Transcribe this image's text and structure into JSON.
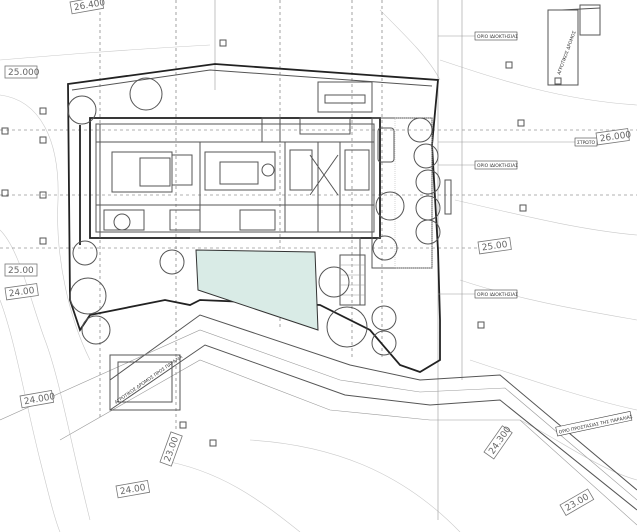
{
  "drawing": {
    "boundary_labels": [
      "ΟΡΙΟ ΙΔΙΟΚΤΗΣΙΑΣ",
      "ΟΡΙΟ ΙΔΙΟΚΤΗΣΙΑΣ",
      "ΟΡΙΟ ΙΔΙΟΚΤΗΣΙΑΣ",
      "ΟΡΙΟ ΠΡΟΣΤΑΣΙΑΣ ΤΗΣ ΠΑΡΑΛΙΑΣ"
    ],
    "level_marks": [
      "26.400",
      "25.000",
      "26.000",
      "25.00",
      "25.00",
      "24.00",
      "24.000",
      "23.00",
      "24.300",
      "24.00",
      "23.00"
    ],
    "small_tag": "ΣΤΡΩΤΟ",
    "rotated_note_top": "ΑΓΡΟΤΙΚΟΣ ΔΡΟΜΟΣ",
    "rotated_note_bottom": "ΑΓΡΟΤΙΚΟΣ ΔΡΟΜΟΣ ΠΡΟΣ ΠΑΡΑΛΙΑ"
  },
  "colors": {
    "pool": "#d9ebe6",
    "line": "#222222",
    "grid": "#666666",
    "contour": "#c9c9c9"
  }
}
